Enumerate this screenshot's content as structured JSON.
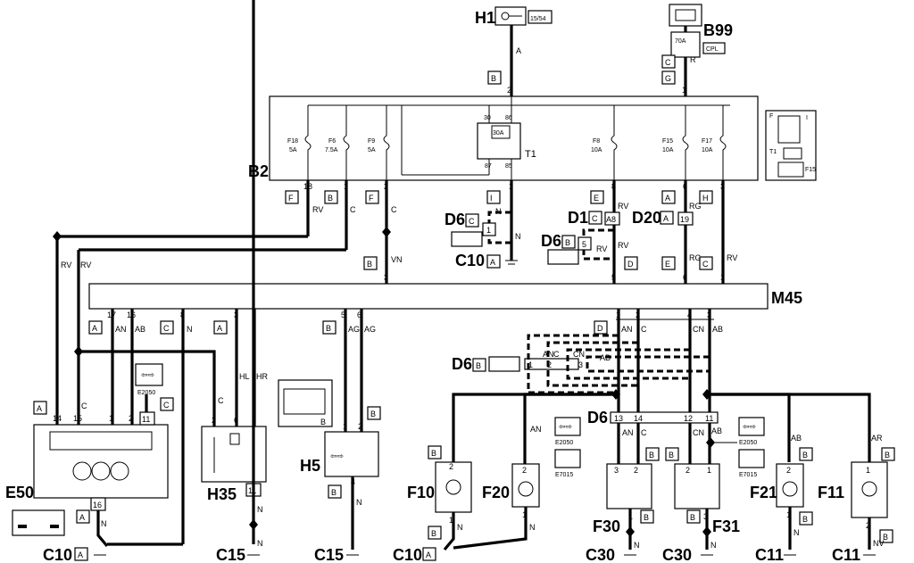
{
  "components": {
    "H1": "H1",
    "H1_mark": "15/54",
    "B99": "B99",
    "B99_fuse": "70A",
    "B99_mark": "CPL",
    "B2": "B2",
    "M45": "M45",
    "E50": "E50",
    "H35": "H35",
    "H5": "H5",
    "F10": "F10",
    "F20": "F20",
    "F30": "F30",
    "F31": "F31",
    "F21": "F21",
    "F11": "F11",
    "T1": "T1",
    "E2050": "E2050",
    "E7015": "E7015"
  },
  "fuses": [
    {
      "name": "F18",
      "rating": "5A"
    },
    {
      "name": "F6",
      "rating": "7.5A"
    },
    {
      "name": "F9",
      "rating": "5A"
    },
    {
      "name": "F8",
      "rating": "10A"
    },
    {
      "name": "F15",
      "rating": "10A"
    },
    {
      "name": "F17",
      "rating": "10A"
    }
  ],
  "relay": {
    "rating": "30A",
    "pins": [
      "30",
      "86",
      "87",
      "85"
    ]
  },
  "splices": {
    "D6": "D6",
    "D1": "D1",
    "D20": "D20"
  },
  "grounds": {
    "C10": "C10",
    "C15": "C15",
    "C30": "C30",
    "C11": "C11"
  },
  "wire_colors": [
    "A",
    "R",
    "RV",
    "C",
    "VN",
    "N",
    "AN",
    "AB",
    "HL",
    "HR",
    "AG",
    "CN",
    "AR",
    "NV",
    "RG"
  ],
  "connector_letters": [
    "A",
    "B",
    "C",
    "D",
    "E",
    "F",
    "G",
    "H",
    "I"
  ]
}
